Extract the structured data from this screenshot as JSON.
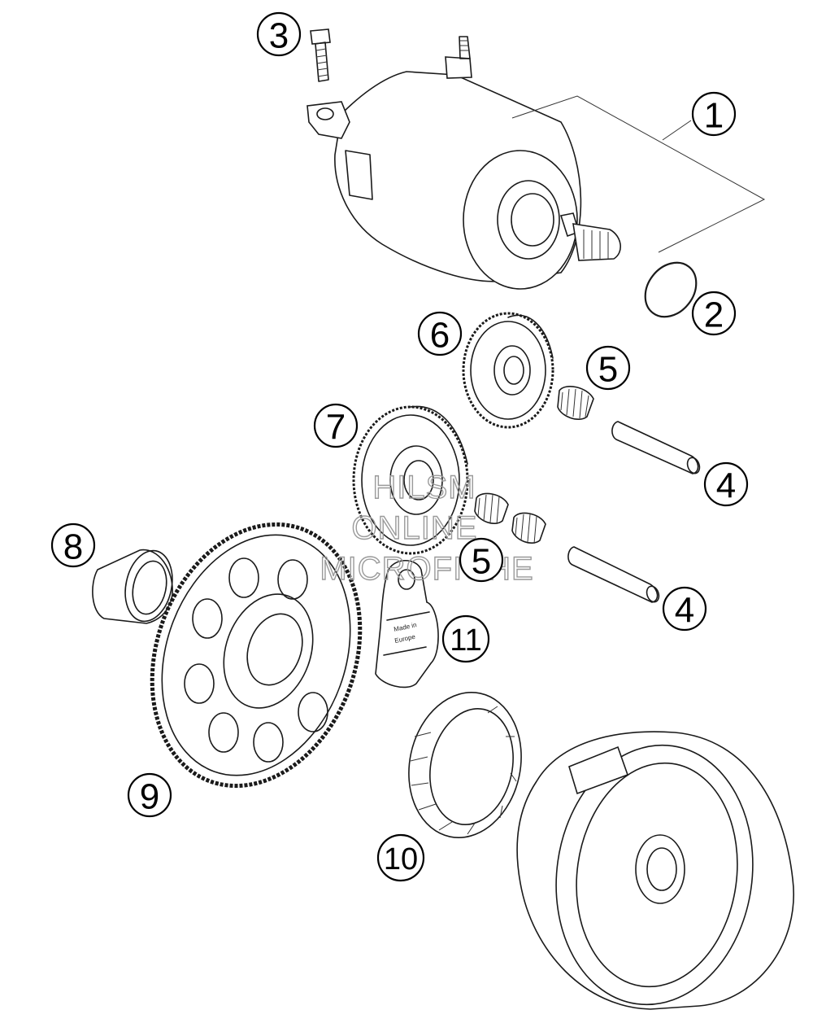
{
  "callouts": [
    {
      "id": "1",
      "label": "1"
    },
    {
      "id": "2",
      "label": "2"
    },
    {
      "id": "3",
      "label": "3"
    },
    {
      "id": "4a",
      "label": "4"
    },
    {
      "id": "4b",
      "label": "4"
    },
    {
      "id": "5a",
      "label": "5"
    },
    {
      "id": "5b",
      "label": "5"
    },
    {
      "id": "6",
      "label": "6"
    },
    {
      "id": "7",
      "label": "7"
    },
    {
      "id": "8",
      "label": "8"
    },
    {
      "id": "9",
      "label": "9"
    },
    {
      "id": "10",
      "label": "10"
    },
    {
      "id": "11",
      "label": "11"
    }
  ],
  "watermark": {
    "line1": "HILSM",
    "line2": "ONLINE",
    "line3": "MICROFICHE"
  }
}
